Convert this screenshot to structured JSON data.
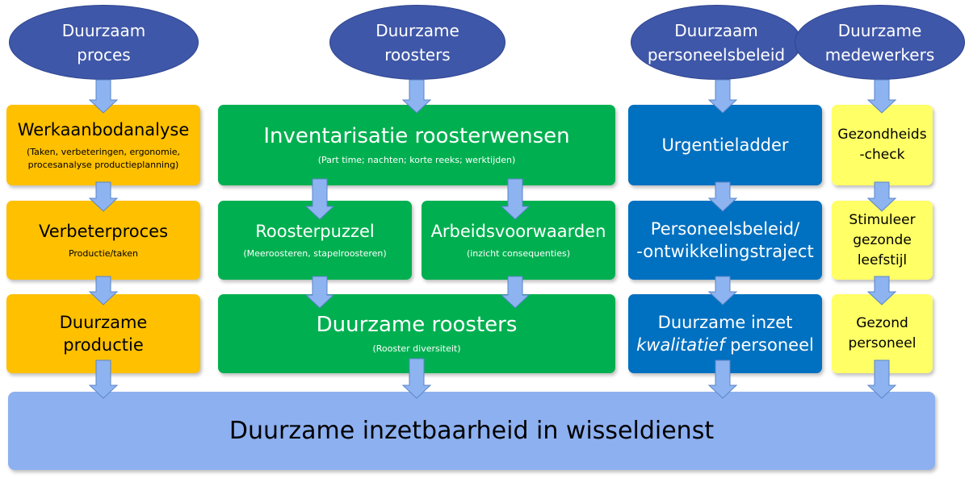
{
  "pillars": [
    {
      "line1": "Duurzaam",
      "line2": "proces"
    },
    {
      "line1": "Duurzame",
      "line2": "roosters"
    },
    {
      "line1": "Duurzaam",
      "line2": "personeelsbeleid"
    },
    {
      "line1": "Duurzame",
      "line2": "medewerkers"
    }
  ],
  "proces": {
    "werkaanbod": {
      "title": "Werkaanbodanalyse",
      "sub1": "(Taken, verbeteringen, ergonomie,",
      "sub2": "procesanalyse productieplanning)"
    },
    "verbeter": {
      "title": "Verbeterproces",
      "sub": "Productie/taken"
    },
    "productie": {
      "line1": "Duurzame",
      "line2": "productie"
    }
  },
  "roosters": {
    "inventarisatie": {
      "title": "Inventarisatie roosterwensen",
      "sub": "(Part time; nachten; korte reeks; werktijden)"
    },
    "puzzel": {
      "title": "Roosterpuzzel",
      "sub": "(Meeroosteren, stapelroosteren)"
    },
    "arbeid": {
      "title": "Arbeidsvoorwaarden",
      "sub": "(inzicht consequenties)"
    },
    "duurzaam": {
      "title": "Duurzame roosters",
      "sub": "(Rooster diversiteit)"
    }
  },
  "beleid": {
    "urgentie": "Urgentieladder",
    "ontwikkeling": {
      "line1": "Personeelsbeleid/",
      "line2": "-ontwikkelingstraject"
    },
    "inzet": {
      "line1": "Duurzame inzet",
      "line2_italic": "kwalitatief",
      "line2_rest": " personeel"
    }
  },
  "medewerkers": {
    "check": {
      "line1": "Gezondheids",
      "line2": "-check"
    },
    "stimuleer": {
      "line1": "Stimuleer",
      "line2": "gezonde",
      "line3": "leefstijl"
    },
    "gezond": {
      "line1": "Gezond",
      "line2": "personeel"
    }
  },
  "bottom": "Duurzame inzetbaarheid in wisseldienst",
  "colors": {
    "ellipse": "#3F57A8",
    "orange": "#FFC000",
    "green": "#00B050",
    "blue": "#0070C0",
    "yellow": "#FFFF66",
    "bottom": "#8DB0F0",
    "arrow": "#8DB4F0"
  }
}
